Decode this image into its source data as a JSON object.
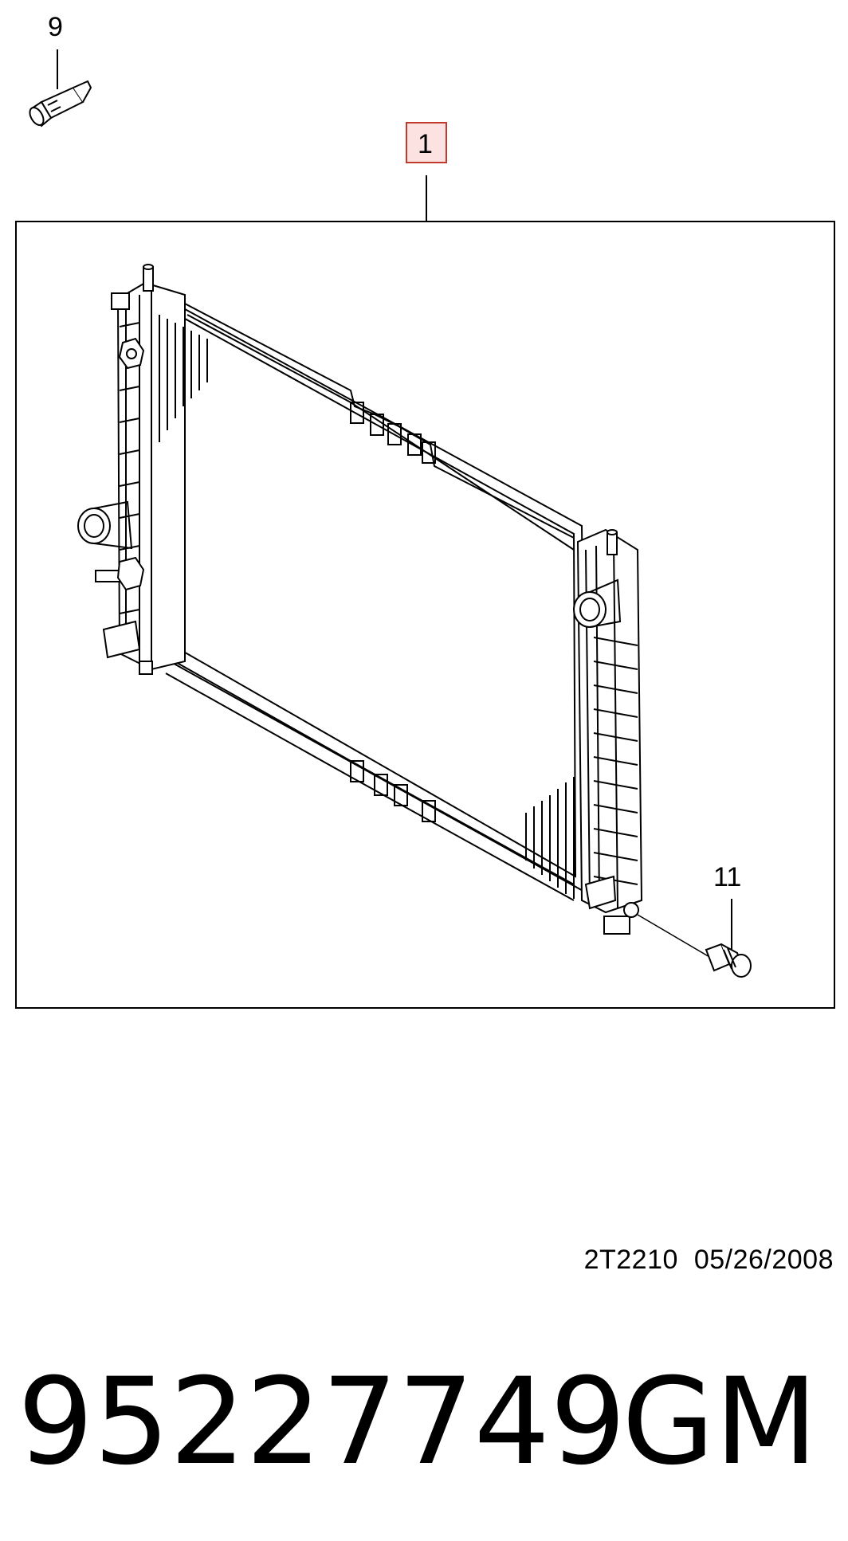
{
  "callouts": {
    "sensor_label": "9",
    "radiator_label": "1",
    "drain_plug_label": "11"
  },
  "reference": {
    "code": "2T2210",
    "date": "05/26/2008"
  },
  "part": {
    "number": "95227749",
    "brand": "GM"
  },
  "colors": {
    "line": "#000000",
    "callout_box_border": "#c0392b",
    "callout_box_fill": "#fde2e2",
    "background": "#ffffff"
  }
}
